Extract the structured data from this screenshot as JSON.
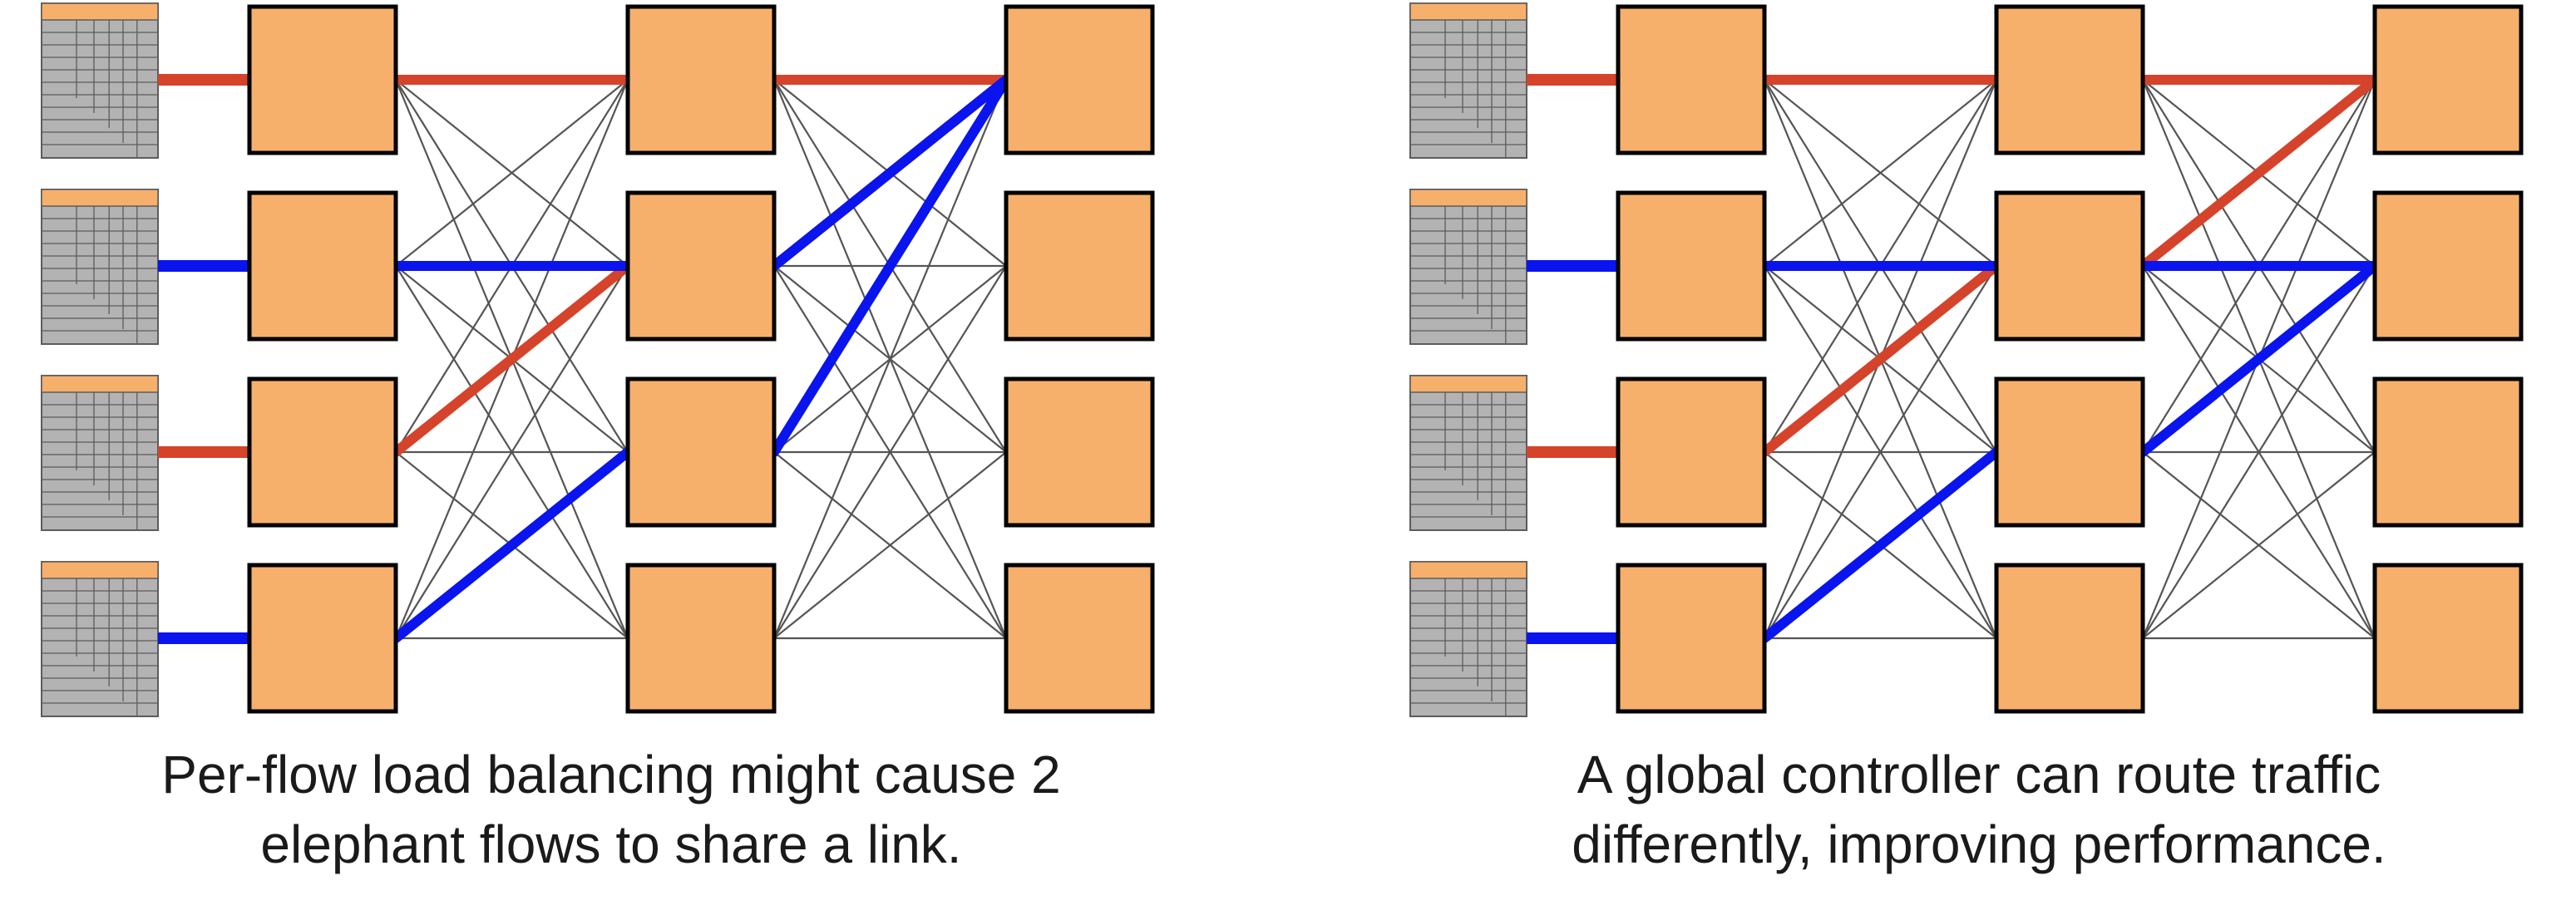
{
  "colors": {
    "switch_fill": "#f6b06c",
    "switch_stroke": "#000000",
    "server_body": "#b3b3b3",
    "server_header": "#f6b06c",
    "server_lines": "#5c5c5c",
    "mesh_link": "#555555",
    "flow_red": "#d5432a",
    "flow_blue": "#0a14ee"
  },
  "topology": {
    "servers_per_panel": 4,
    "switch_columns": 3,
    "switches_per_column": 4
  },
  "panels": [
    {
      "caption_lines": [
        "Per-flow load balancing might cause 2",
        "elephant flows to share a link."
      ],
      "flows": [
        {
          "color": "red",
          "host": 0,
          "hops": [
            [
              0,
              0
            ],
            [
              1,
              0
            ],
            [
              2,
              0
            ]
          ]
        },
        {
          "color": "red",
          "host": 2,
          "hops": [
            [
              0,
              2
            ],
            [
              1,
              1
            ],
            [
              2,
              0
            ]
          ]
        },
        {
          "color": "blue",
          "host": 1,
          "hops": [
            [
              0,
              1
            ],
            [
              1,
              1
            ],
            [
              2,
              0
            ]
          ]
        },
        {
          "color": "blue",
          "host": 3,
          "hops": [
            [
              0,
              3
            ],
            [
              1,
              2
            ],
            [
              2,
              0
            ]
          ]
        }
      ]
    },
    {
      "caption_lines": [
        "A global controller can route traffic",
        "differently, improving performance."
      ],
      "flows": [
        {
          "color": "red",
          "host": 0,
          "hops": [
            [
              0,
              0
            ],
            [
              1,
              0
            ],
            [
              2,
              0
            ]
          ]
        },
        {
          "color": "red",
          "host": 2,
          "hops": [
            [
              0,
              2
            ],
            [
              1,
              1
            ],
            [
              2,
              0
            ]
          ]
        },
        {
          "color": "blue",
          "host": 1,
          "hops": [
            [
              0,
              1
            ],
            [
              1,
              1
            ],
            [
              2,
              1
            ]
          ]
        },
        {
          "color": "blue",
          "host": 3,
          "hops": [
            [
              0,
              3
            ],
            [
              1,
              2
            ],
            [
              2,
              1
            ]
          ]
        }
      ]
    }
  ]
}
